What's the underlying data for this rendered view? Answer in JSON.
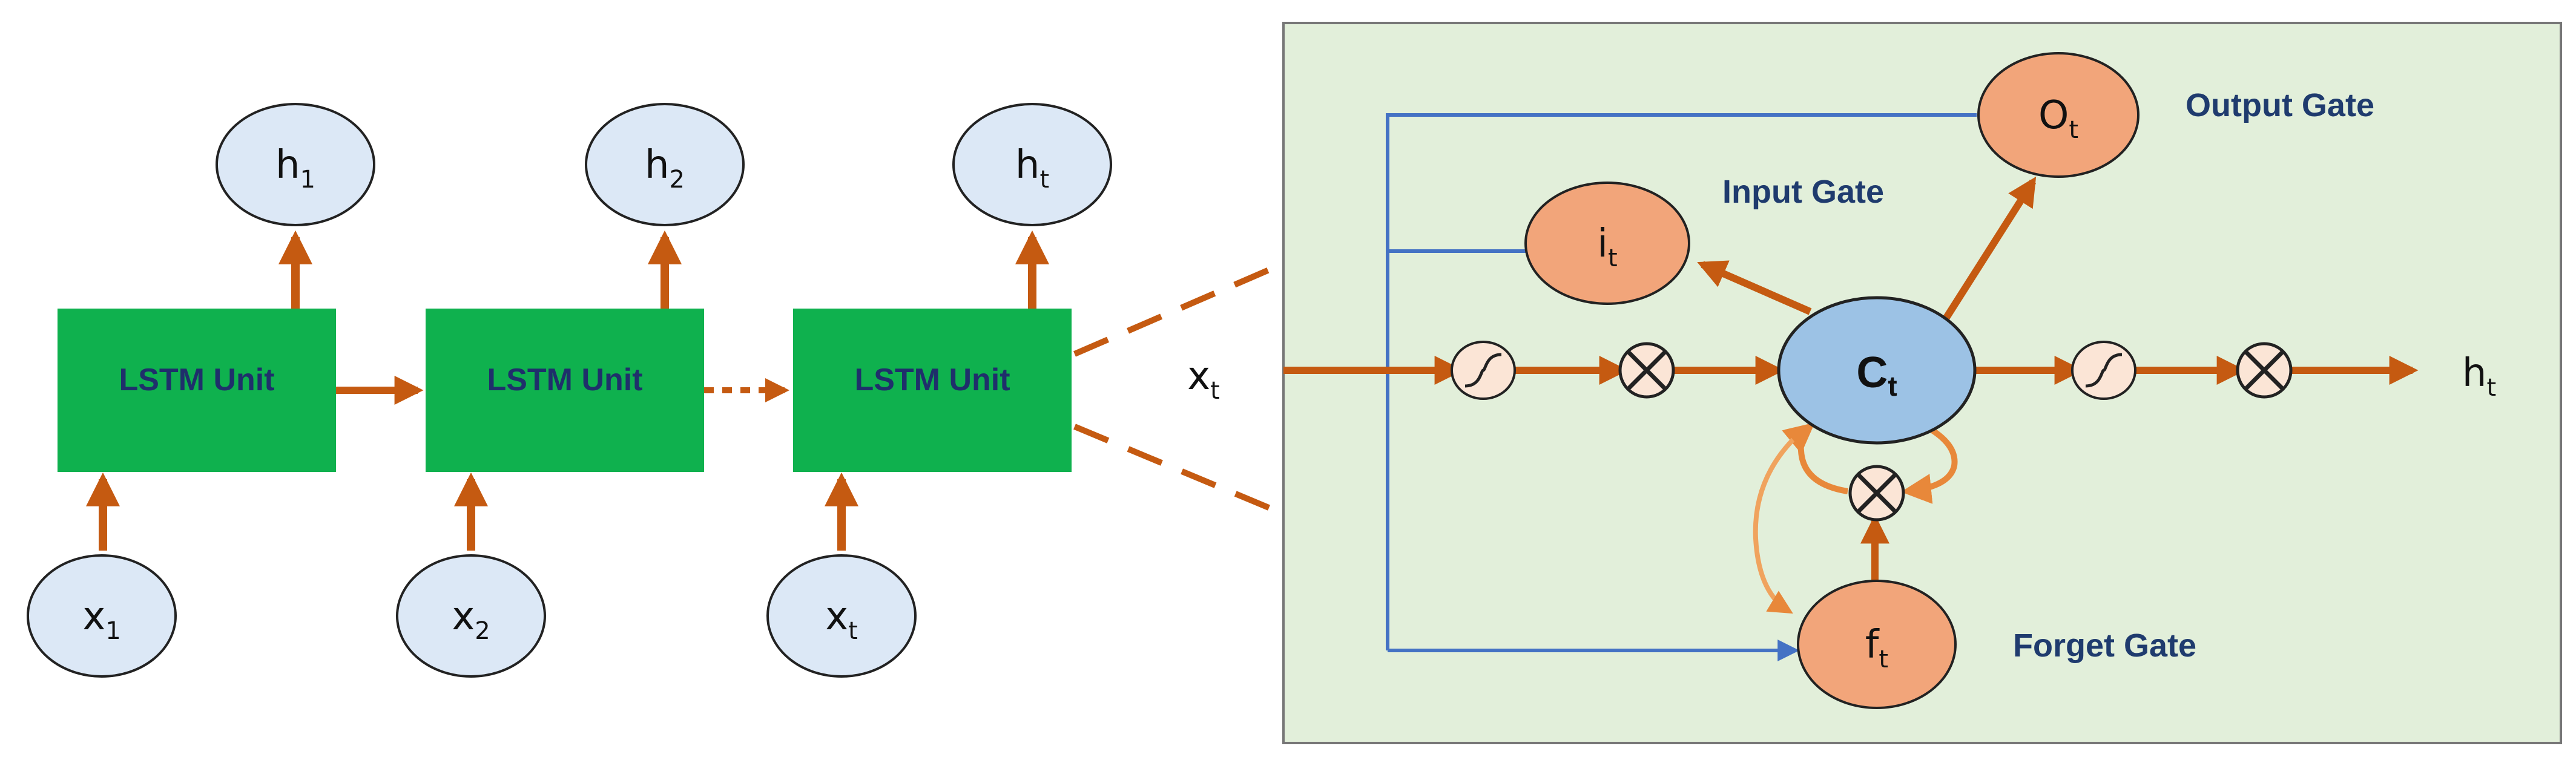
{
  "unrolled": {
    "units": [
      {
        "label": "LSTM Unit",
        "input_base": "x",
        "input_sub": "1",
        "output_base": "h",
        "output_sub": "1"
      },
      {
        "label": "LSTM Unit",
        "input_base": "x",
        "input_sub": "2",
        "output_base": "h",
        "output_sub": "2"
      },
      {
        "label": "LSTM Unit",
        "input_base": "x",
        "input_sub": "t",
        "output_base": "h",
        "output_sub": "t"
      }
    ]
  },
  "cell": {
    "input": {
      "base": "x",
      "sub": "t"
    },
    "output": {
      "base": "h",
      "sub": "t"
    },
    "cell_state": {
      "base": "C",
      "sub": "t"
    },
    "gates": {
      "input": {
        "base": "i",
        "sub": "t",
        "label": "Input Gate"
      },
      "forget": {
        "base": "f",
        "sub": "t",
        "label": "Forget Gate"
      },
      "output": {
        "base": "O",
        "sub": "t",
        "label": "Output Gate"
      }
    }
  },
  "colors": {
    "unit_fill": "#0fb14e",
    "circle_fill": "#dce8f6",
    "gate_fill": "#f2a57a",
    "cell_fill": "#9cc2e5",
    "panel_fill": "#e2efda",
    "arrow": "#c55a11",
    "blue_line": "#4472c4",
    "op_fill": "#fbe5d6"
  }
}
